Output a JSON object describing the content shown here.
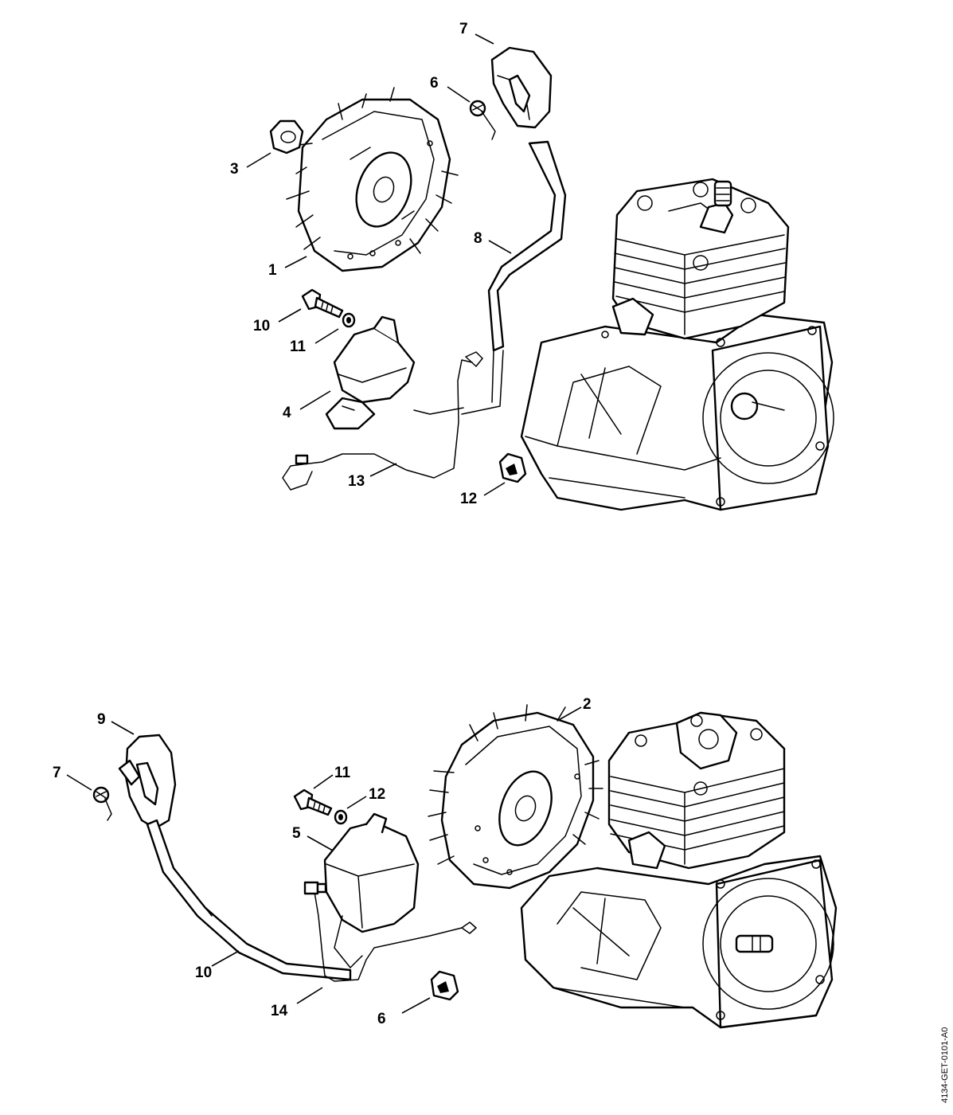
{
  "diagram": {
    "drawing_code": "4134-GET-0101-A0",
    "top_assembly": {
      "labels": [
        "1",
        "3",
        "4",
        "6",
        "7",
        "8",
        "10",
        "11",
        "12",
        "13"
      ]
    },
    "bottom_assembly": {
      "labels": [
        "2",
        "5",
        "6",
        "7",
        "9",
        "10",
        "11",
        "12",
        "14"
      ]
    }
  }
}
